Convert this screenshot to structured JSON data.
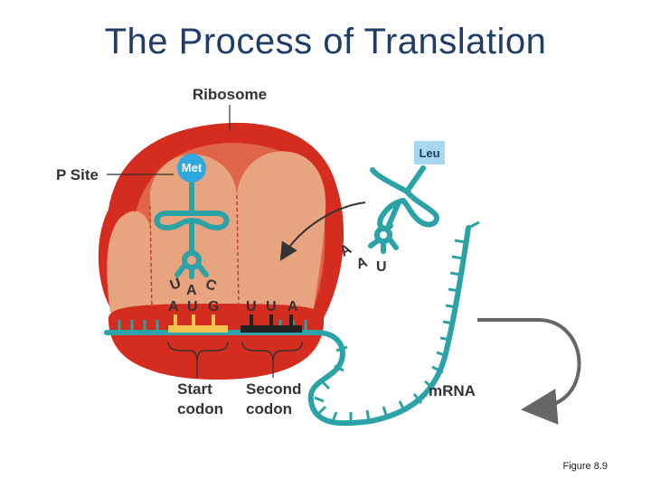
{
  "title": "The Process of Translation",
  "figure_caption": "Figure 8.9",
  "labels": {
    "ribosome": "Ribosome",
    "p_site": "P Site",
    "mrna": "mRNA",
    "start_codon_line1": "Start",
    "start_codon_line2": "codon",
    "second_codon_line1": "Second",
    "second_codon_line2": "codon"
  },
  "trna_bound": {
    "amino_acid": "Met",
    "anticodon": [
      "U",
      "A",
      "C"
    ]
  },
  "trna_incoming": {
    "amino_acid": "Leu",
    "anticodon": [
      "A",
      "A",
      "U"
    ]
  },
  "mrna_codons": {
    "start": [
      "A",
      "U",
      "G"
    ],
    "second": [
      "U",
      "U",
      "A"
    ]
  },
  "colors": {
    "ribosome_outer": "#d42d1f",
    "ribosome_inner": "#e8a37f",
    "trna": "#2ba3a6",
    "met_circle": "#2fa8e0",
    "leu_box": "#a7d8f0",
    "start_codon": "#f3c451",
    "second_codon": "#222222",
    "title": "#1f3d66"
  }
}
